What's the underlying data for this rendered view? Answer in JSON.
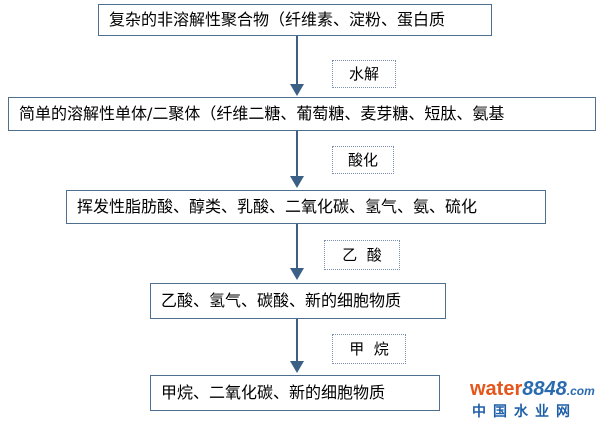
{
  "flow": {
    "steps": [
      {
        "text": "复杂的非溶解性聚合物（纤维素、淀粉、蛋白质"
      },
      {
        "text": "简单的溶解性单体/二聚体（纤维二糖、葡萄糖、麦芽糖、短肽、氨基"
      },
      {
        "text": "挥发性脂肪酸、醇类、乳酸、二氧化碳、氢气、氨、硫化"
      },
      {
        "text": "乙酸、氢气、碳酸、新的细胞物质"
      },
      {
        "text": "甲烷、二氧化碳、新的细胞物质"
      }
    ],
    "transitions": [
      {
        "label": "水解"
      },
      {
        "label": "酸化"
      },
      {
        "label": "乙  酸"
      },
      {
        "label": "甲  烷"
      }
    ]
  },
  "watermark": {
    "brand_word": "water",
    "brand_number": "8848",
    "brand_suffix": ".com",
    "chinese_name": "中国水业网"
  },
  "colors": {
    "box_border": "#4f6f8f",
    "arrow": "#3b5f85",
    "watermark_orange": "#e4561b",
    "watermark_blue": "#1f5fa8"
  }
}
